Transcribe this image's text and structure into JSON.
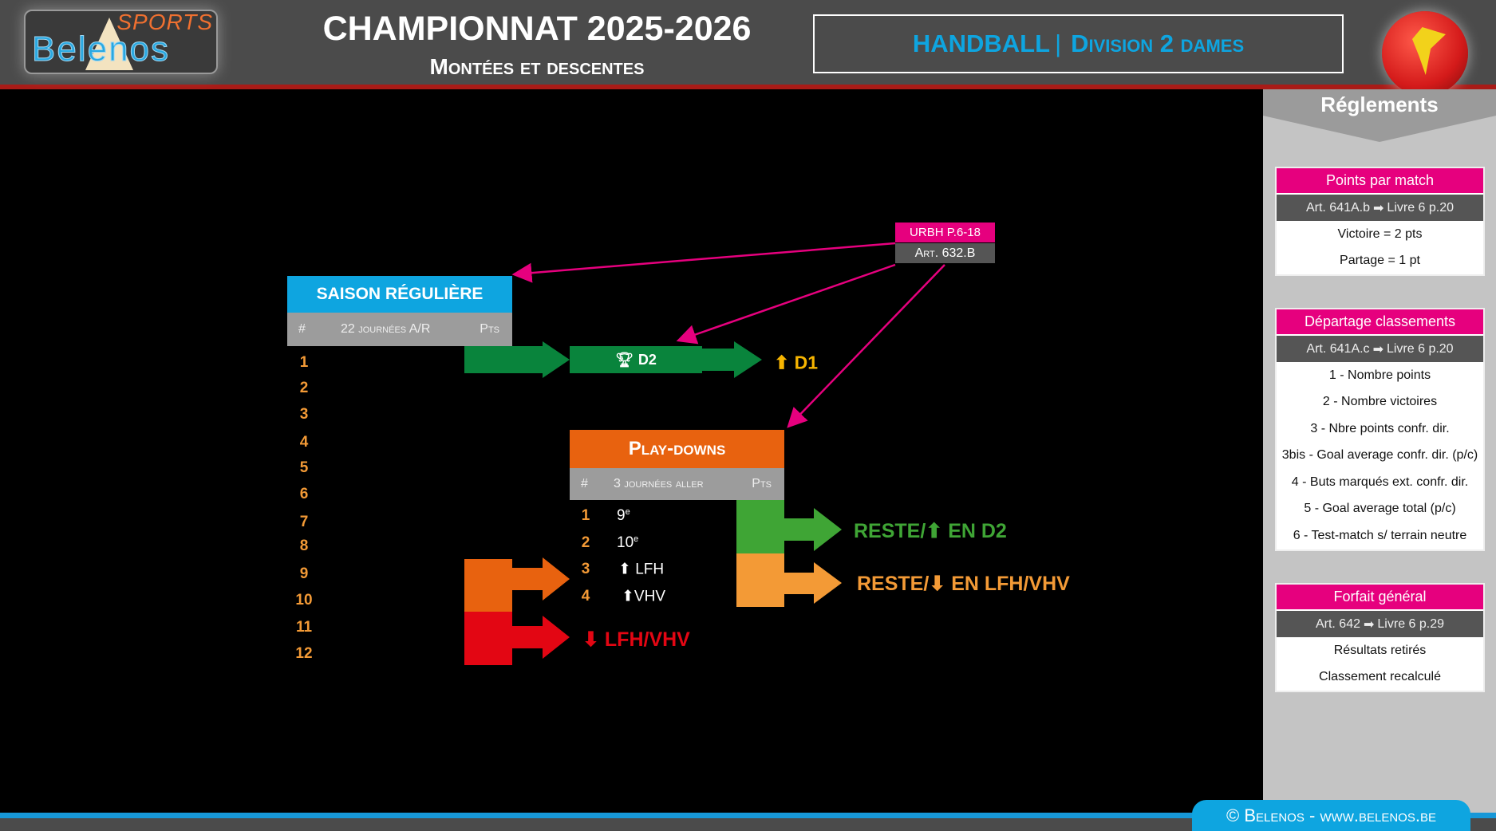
{
  "header": {
    "logo_sports": "SPORTS",
    "logo_name": "Belenos",
    "title": "CHAMPIONNAT 2025-2026",
    "subtitle": "Montées et descentes",
    "sport": "HANDBALL",
    "separator": "|",
    "division": "Division 2 dames"
  },
  "references": {
    "urbh": "URBH P.6-18",
    "article": "Art. 632.B"
  },
  "regular_season": {
    "title": "SAISON RÉGULIÈRE",
    "col_rank": "#",
    "col_days": "22 journées A/R",
    "col_pts": "Pts",
    "ranks": [
      "1",
      "2",
      "3",
      "4",
      "5",
      "6",
      "7",
      "8",
      "9",
      "10",
      "11",
      "12"
    ]
  },
  "champion": {
    "label": "D2",
    "promotion": "D1"
  },
  "playdowns": {
    "title": "Play-downs",
    "col_rank": "#",
    "col_days": "3 journées aller",
    "col_pts": "Pts",
    "rows": [
      {
        "rank": "1",
        "team": "9",
        "sup": "e"
      },
      {
        "rank": "2",
        "team": "10",
        "sup": "e"
      },
      {
        "rank": "3",
        "team": "LFH"
      },
      {
        "rank": "4",
        "team": "VHV"
      }
    ]
  },
  "outcomes": {
    "stay_d2_a": "RESTE/",
    "stay_d2_b": "EN D2",
    "stay_lfh_a": "RESTE/",
    "stay_lfh_b": "EN LFH/VHV",
    "relegated": "LFH/VHV"
  },
  "rules": {
    "title": "Réglements",
    "cards": [
      {
        "title": "Points par match",
        "ref_a": "Art. 641A.b",
        "ref_b": "Livre 6 p.20",
        "rows": [
          "Victoire = 2 pts",
          "Partage = 1 pt"
        ]
      },
      {
        "title": "Départage classements",
        "ref_a": "Art. 641A.c",
        "ref_b": "Livre 6 p.20",
        "rows": [
          "1 - Nombre points",
          "2 - Nombre victoires",
          "3 - Nbre points confr. dir.",
          "3bis - Goal average confr. dir. (p/c)",
          "4 - Buts marqués ext. confr. dir.",
          "5 - Goal average total (p/c)",
          "6 - Test-match s/ terrain neutre"
        ]
      },
      {
        "title": "Forfait général",
        "ref_a": "Art. 642",
        "ref_b": "Livre 6 p.29",
        "rows": [
          "Résultats retirés",
          "Classement recalculé"
        ]
      }
    ]
  },
  "footer": {
    "copyright": "© Belenos - www.belenos.be"
  },
  "colors": {
    "blue": "#0ea5e0",
    "pink": "#e6007e",
    "green_dark": "#09843c",
    "green": "#3fa535",
    "orange": "#e8620f",
    "orange_light": "#f39a36",
    "red": "#e30613",
    "gold": "#f7b500"
  }
}
